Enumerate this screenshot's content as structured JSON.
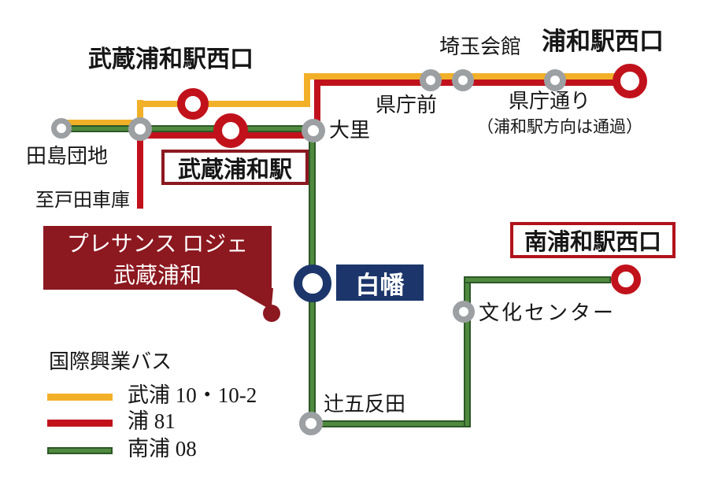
{
  "palette": {
    "line_yellow": "#F2B029",
    "line_red": "#C1121C",
    "line_green": "#4F8A3F",
    "green_edge": "#2D5827",
    "box_dark_red": "#8C1820",
    "box_navy": "#1C366B",
    "stop_gray": "#9DA0A3",
    "background": "#FFFFFF"
  },
  "labels": {
    "musashi_urawa_west": "武蔵浦和駅西口",
    "saitama_kaikan": "埼玉会館",
    "urawa_west": "浦和駅西口",
    "kencho_mae": "県庁前",
    "kencho_dori": "県庁通り",
    "kencho_dori_note": "（浦和駅方向は通過）",
    "tajima_danchi": "田島団地",
    "osato": "大里",
    "musashi_urawa_station": "武蔵浦和駅",
    "to_toda_depot": "至戸田車庫",
    "shirahata": "白幡",
    "minami_urawa_west": "南浦和駅西口",
    "bunka_center": "文化センター",
    "tsuji_gotanda": "辻五反田"
  },
  "property": {
    "line1": "プレサンス ロジェ",
    "line2": "武蔵浦和"
  },
  "legend": {
    "title": "国際興業バス",
    "items": [
      {
        "name": "武浦 10・10-2",
        "color": "#F2B029"
      },
      {
        "name": "浦 81",
        "color": "#C1121C"
      },
      {
        "name": "南浦 08",
        "color": "#4F8A3F"
      }
    ]
  }
}
